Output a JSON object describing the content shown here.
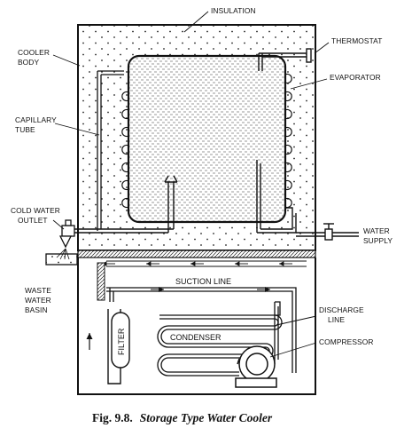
{
  "labels": {
    "insulation": "INSULATION",
    "thermostat": "THERMOSTAT",
    "cooler_body_line1": "COOLER",
    "cooler_body_line2": "BODY",
    "evaporator": "EVAPORATOR",
    "capillary_line1": "CAPILLARY",
    "capillary_line2": "TUBE",
    "cold_water_line1": "COLD WATER",
    "cold_water_line2": "OUTLET",
    "water_supply_line1": "WATER",
    "water_supply_line2": "SUPPLY",
    "waste_line1": "WASTE",
    "waste_line2": "WATER",
    "waste_line3": "BASIN",
    "suction_line": "SUCTION LINE",
    "discharge_line1": "DISCHARGE",
    "discharge_line2": "LINE",
    "condenser": "CONDENSER",
    "filter": "FILTER",
    "compressor": "COMPRESSOR"
  },
  "caption": {
    "figure": "Fig. 9.8.",
    "title": "Storage Type Water Cooler"
  }
}
